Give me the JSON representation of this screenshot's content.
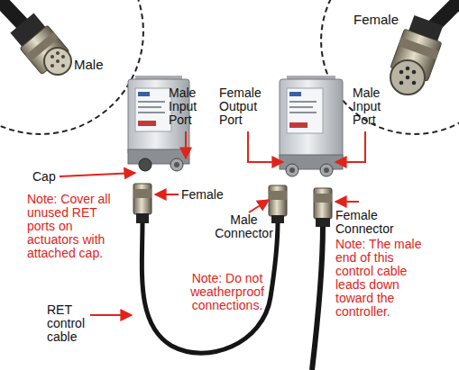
{
  "diagram": {
    "nodes": [
      {
        "text": [
          "Male"
        ]
      },
      {
        "text": [
          "Female"
        ]
      }
    ],
    "labels": [
      "Male Input Port",
      "Female Output Port",
      "Male Input Port",
      "Cap",
      "Female",
      "Note: Cover all unused RET ports on actuators with attached cap.",
      "Male Connector",
      "Female Connector",
      "Note: The male end of this control cable leads down toward the controller.",
      "Note: Do not weatherproof connections.",
      "RET control cable"
    ]
  }
}
